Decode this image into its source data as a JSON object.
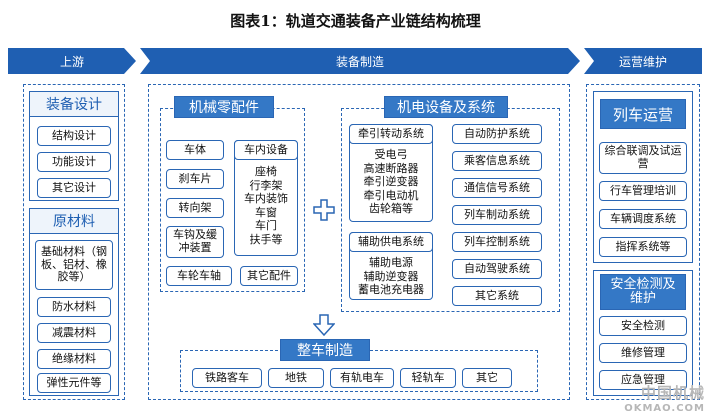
{
  "title": "图表1：轨道交通装备产业链结构梳理",
  "headers": {
    "upstream": "上游",
    "midstream": "装备制造",
    "downstream": "运营维护"
  },
  "upstream": {
    "design_title": "装备设计",
    "design_items": [
      "结构设计",
      "功能设计",
      "其它设计"
    ],
    "material_title": "原材料",
    "material_items": [
      "基础材料（钢板、铝材、橡胶等）",
      "防水材料",
      "减震材料",
      "绝缘材料",
      "弹性元件等"
    ]
  },
  "mechanical": {
    "title": "机械零配件",
    "left_items": [
      "车体",
      "刹车片",
      "转向架",
      "车钩及缓冲装置",
      "车轮车轴"
    ],
    "interior_title": "车内设备",
    "interior_items": [
      "座椅",
      "行李架",
      "车内装饰",
      "车窗",
      "车门",
      "扶手等"
    ],
    "other": "其它配件"
  },
  "electrical": {
    "title": "机电设备及系统",
    "traction_title": "牵引转动系统",
    "traction_items": [
      "受电弓",
      "高速断路器",
      "牵引逆变器",
      "牵引电动机",
      "齿轮箱等"
    ],
    "aux_title": "辅助供电系统",
    "aux_items": [
      "辅助电源",
      "辅助逆变器",
      "蓄电池充电器"
    ],
    "right_items": [
      "自动防护系统",
      "乘客信息系统",
      "通信信号系统",
      "列车制动系统",
      "列车控制系统",
      "自动驾驶系统",
      "其它系统"
    ]
  },
  "assembly": {
    "title": "整车制造",
    "items": [
      "铁路客车",
      "地铁",
      "有轨电车",
      "轻轨车",
      "其它"
    ]
  },
  "downstream": {
    "ops_title": "列车运营",
    "ops_items": [
      "综合联调及试运营",
      "行车管理培训",
      "车辆调度系统",
      "指挥系统等"
    ],
    "safety_title": "安全检测及维护",
    "safety_items": [
      "安全检测",
      "维修管理",
      "应急管理"
    ]
  },
  "watermark": {
    "cn": "中国机械",
    "en": "OKMAO.COM"
  },
  "colors": {
    "primary": "#1f5fb2",
    "header_fill": "#3478c6",
    "border": "#2a66b4"
  }
}
